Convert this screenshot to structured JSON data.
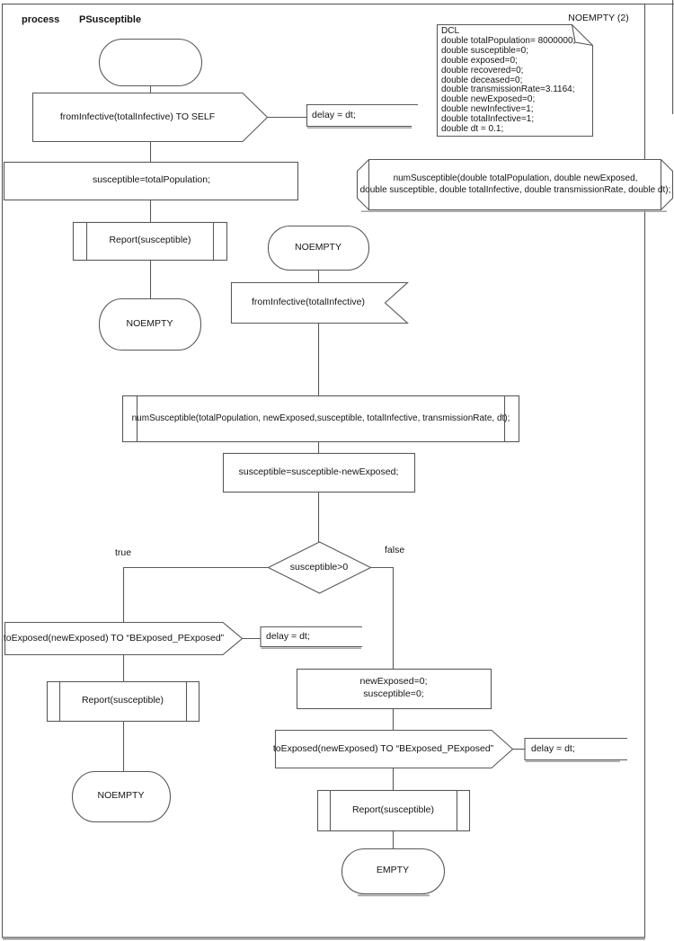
{
  "colors": {
    "stroke": "#595959",
    "shadow": "#a6a6a6",
    "background": "#ffffff",
    "text": "#141414"
  },
  "header": {
    "kind": "process",
    "process_name": "PSusceptible",
    "page_label": "NOEMPTY (2)"
  },
  "declaration_box": {
    "lines": [
      "DCL",
      "double totalPopulation= 8000000;",
      "double susceptible=0;",
      "double exposed=0;",
      "double recovered=0;",
      "double deceased=0;",
      "double transmissionRate=3.1164;",
      "double newExposed=0;",
      "double newInfective=1;",
      "double totalInfective=1;",
      "double dt = 0.1;"
    ]
  },
  "signature_box": {
    "lines": [
      "numSusceptible(double totalPopulation, double newExposed,",
      "double susceptible, double totalInfective, double transmissionRate, double dt);"
    ]
  },
  "flow": {
    "output_to_self": "fromInfective(totalInfective) TO SELF",
    "delay_comment_1": "delay = dt;",
    "task_init": "susceptible=totalPopulation;",
    "report_1": "Report(susceptible)",
    "state_noempty_left": "NOEMPTY",
    "state_noempty_mid": "NOEMPTY",
    "input_from_infective": "fromInfective(totalInfective)",
    "call_num_susceptible": "numSusceptible(totalPopulation, newExposed,susceptible, totalInfective, transmissionRate, dt);",
    "task_subtract": "susceptible=susceptible-newExposed;",
    "decision": "susceptible>0",
    "label_true": "true",
    "label_false": "false",
    "output_to_exposed_true": "toExposed(newExposed) TO “BExposed_PExposed”",
    "delay_comment_2": "delay = dt;",
    "report_2": "Report(susceptible)",
    "state_noempty_bottom": "NOEMPTY",
    "task_reset": [
      "newExposed=0;",
      "susceptible=0;"
    ],
    "output_to_exposed_false": "toExposed(newExposed) TO “BExposed_PExposed”",
    "delay_comment_3": "delay = dt;",
    "report_3": "Report(susceptible)",
    "state_empty": "EMPTY"
  }
}
